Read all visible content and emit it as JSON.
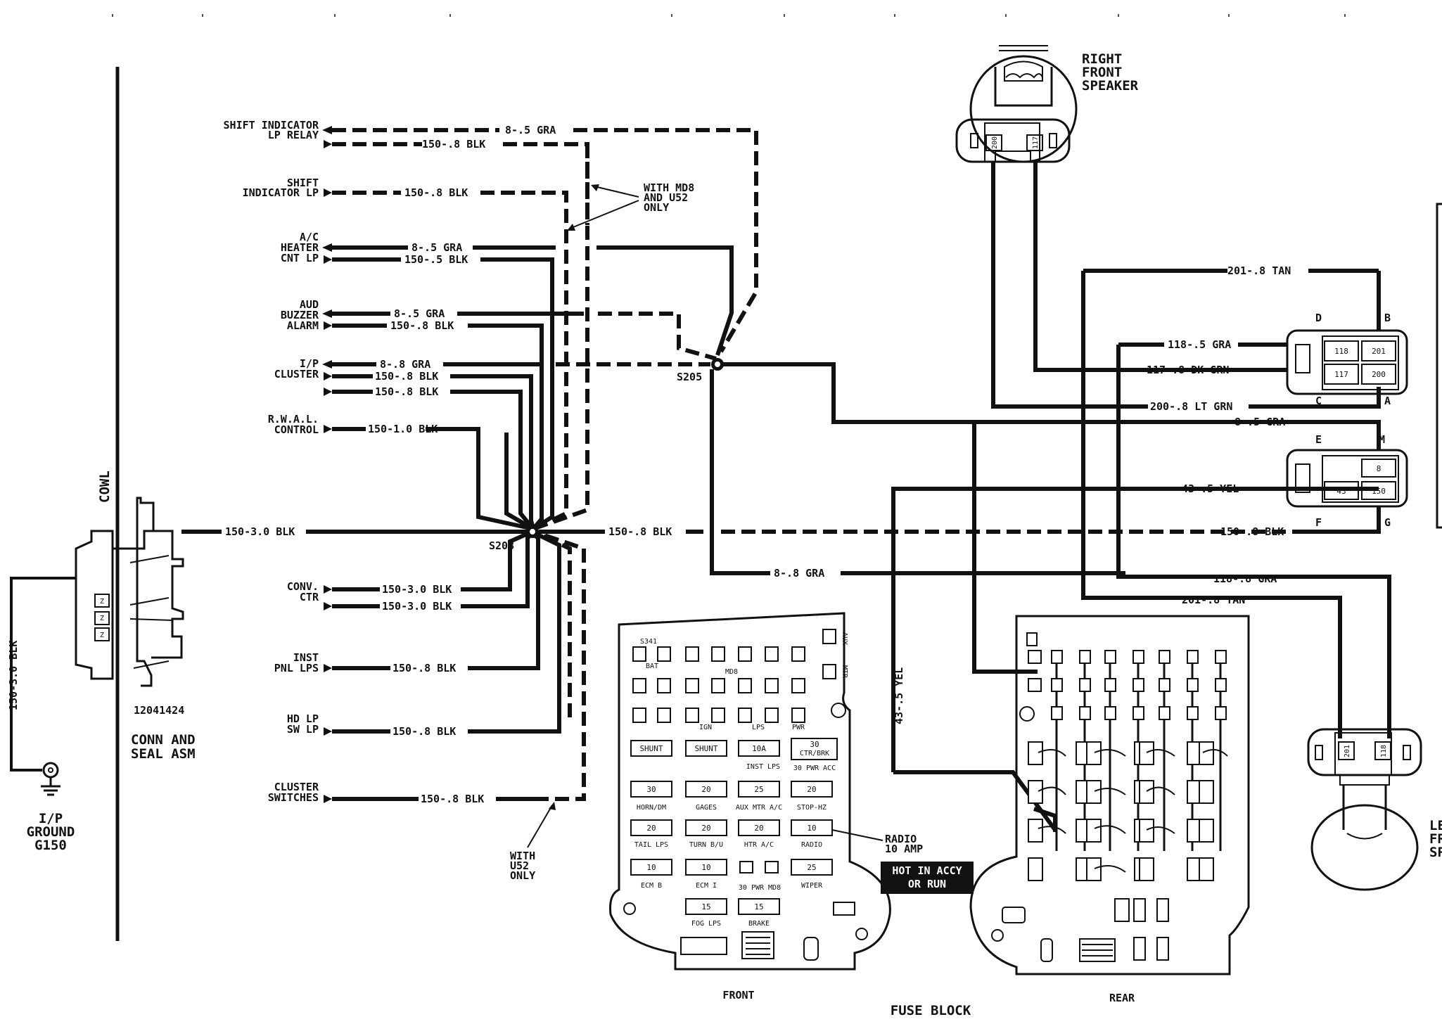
{
  "left": {
    "cowl_label": "COWL",
    "part_number": "12041424",
    "conn_label_1": "CONN AND",
    "conn_label_2": "SEAL ASM",
    "ground_wire": "150-3.0 BLK",
    "ground_1": "I/P",
    "ground_2": "GROUND",
    "ground_3": "G150",
    "main_wire": "150-3.0 BLK"
  },
  "components": {
    "shift_relay_1": "SHIFT INDICATOR",
    "shift_relay_2": "LP RELAY",
    "shift_lp_1": "SHIFT",
    "shift_lp_2": "INDICATOR LP",
    "ac_1": "A/C",
    "ac_2": "HEATER",
    "ac_3": "CNT LP",
    "aud_1": "AUD",
    "aud_2": "BUZZER",
    "aud_3": "ALARM",
    "ip_1": "I/P",
    "ip_2": "CLUSTER",
    "rwal_1": "R.W.A.L.",
    "rwal_2": "CONTROL",
    "conv_1": "CONV.",
    "conv_2": "CTR",
    "inst_1": "INST",
    "inst_2": "PNL LPS",
    "hd_1": "HD LP",
    "hd_2": "SW LP",
    "clus_1": "CLUSTER",
    "clus_2": "SWITCHES"
  },
  "wires": {
    "relay_gra": "8-.5 GRA",
    "relay_blk": "150-.8 BLK",
    "shift_blk": "150-.8 BLK",
    "ac_gra": "8-.5 GRA",
    "ac_blk": "150-.5 BLK",
    "aud_gra": "8-.5 GRA",
    "aud_blk": "150-.8 BLK",
    "ip_gra": "8-.8 GRA",
    "ip_blk1": "150-.8 BLK",
    "ip_blk2": "150-.8 BLK",
    "rwal_blk": "150-1.0 BLK",
    "conv_blk1": "150-3.0 BLK",
    "conv_blk2": "150-3.0 BLK",
    "inst_blk": "150-.8 BLK",
    "hd_blk": "150-.8 BLK",
    "clus_blk": "150-.8 BLK",
    "s208_right": "150-.8 BLK",
    "s205_gra": "8-.8 GRA",
    "yel_vert": "43-.5 YEL"
  },
  "notes": {
    "md8_1": "WITH MD8",
    "md8_2": "AND U52",
    "md8_3": "ONLY",
    "u52_1": "WITH",
    "u52_2": "U52",
    "u52_3": "ONLY",
    "s205": "S205",
    "s208": "S208"
  },
  "right": {
    "rf_1": "RIGHT",
    "rf_2": "FRONT",
    "rf_3": "SPEAKER",
    "lf_1": "LE",
    "lf_2": "FR",
    "lf_3": "SP",
    "w_201_tan_top": "201-.8 TAN",
    "w_118_gra": "118-.5 GRA",
    "w_117": "117-.8 DK GRN",
    "w_200": "200-.8 LT GRN",
    "w_8_gra": "8-.5 GRA",
    "w_43_yel": "43-.5 YEL",
    "w_150_blk": "150-.8 BLK",
    "w_118_gra2": "118-.8 GRA",
    "w_201_tan_bot": "201-.8 TAN",
    "pin_d": "D",
    "pin_b": "B",
    "pin_c": "C",
    "pin_a": "A",
    "pin_e": "E",
    "pin_m": "M",
    "pin_f": "F",
    "pin_g": "G",
    "c1_118": "118",
    "c1_201": "201",
    "c1_117": "117",
    "c1_200": "200",
    "c2_8": "8",
    "c2_43": "43",
    "c2_150": "150",
    "rf_pin_200": "200",
    "rf_pin_117": "117",
    "lf_pin_201": "201",
    "lf_pin_118": "118"
  },
  "fuse_block": {
    "title": "FUSE BLOCK",
    "front": "FRONT",
    "rear": "REAR",
    "radio_1": "RADIO",
    "radio_2": "10 AMP",
    "hot_1": "HOT IN ACCY",
    "hot_2": "OR RUN",
    "s341": "S341",
    "bat": "BAT",
    "md8": "MD8",
    "ign": "IGN",
    "lps": "LPS",
    "pwr": "PWR",
    "aux": "AUX",
    "mtr": "MTR",
    "shunt1": "SHUNT",
    "shunt2": "SHUNT",
    "f10a": "10A",
    "ctr_brk": "CTR/BRK",
    "f30_ctr": "30",
    "inst_lps": "INST LPS",
    "pwr_acc": "30 PWR ACC",
    "f30": "30",
    "horn": "HORN/DM",
    "f20a": "20",
    "gages": "GAGES",
    "f25": "25",
    "aux_mtr": "AUX MTR A/C",
    "f20b": "20",
    "stop_hz": "STOP-HZ",
    "f20c": "20",
    "tail": "TAIL LPS",
    "f20d": "20",
    "turn": "TURN B/U",
    "f20e": "20",
    "htr": "HTR A/C",
    "f10b": "10",
    "radio": "RADIO",
    "f10c": "10",
    "ecm_b": "ECM B",
    "f10d": "10",
    "ecm_i": "ECM I",
    "pwr_md8": "30 PWR MD8",
    "f25b": "25",
    "wiper": "WIPER",
    "f15a": "15",
    "fog": "FOG LPS",
    "f15b": "15",
    "brake": "BRAKE"
  }
}
